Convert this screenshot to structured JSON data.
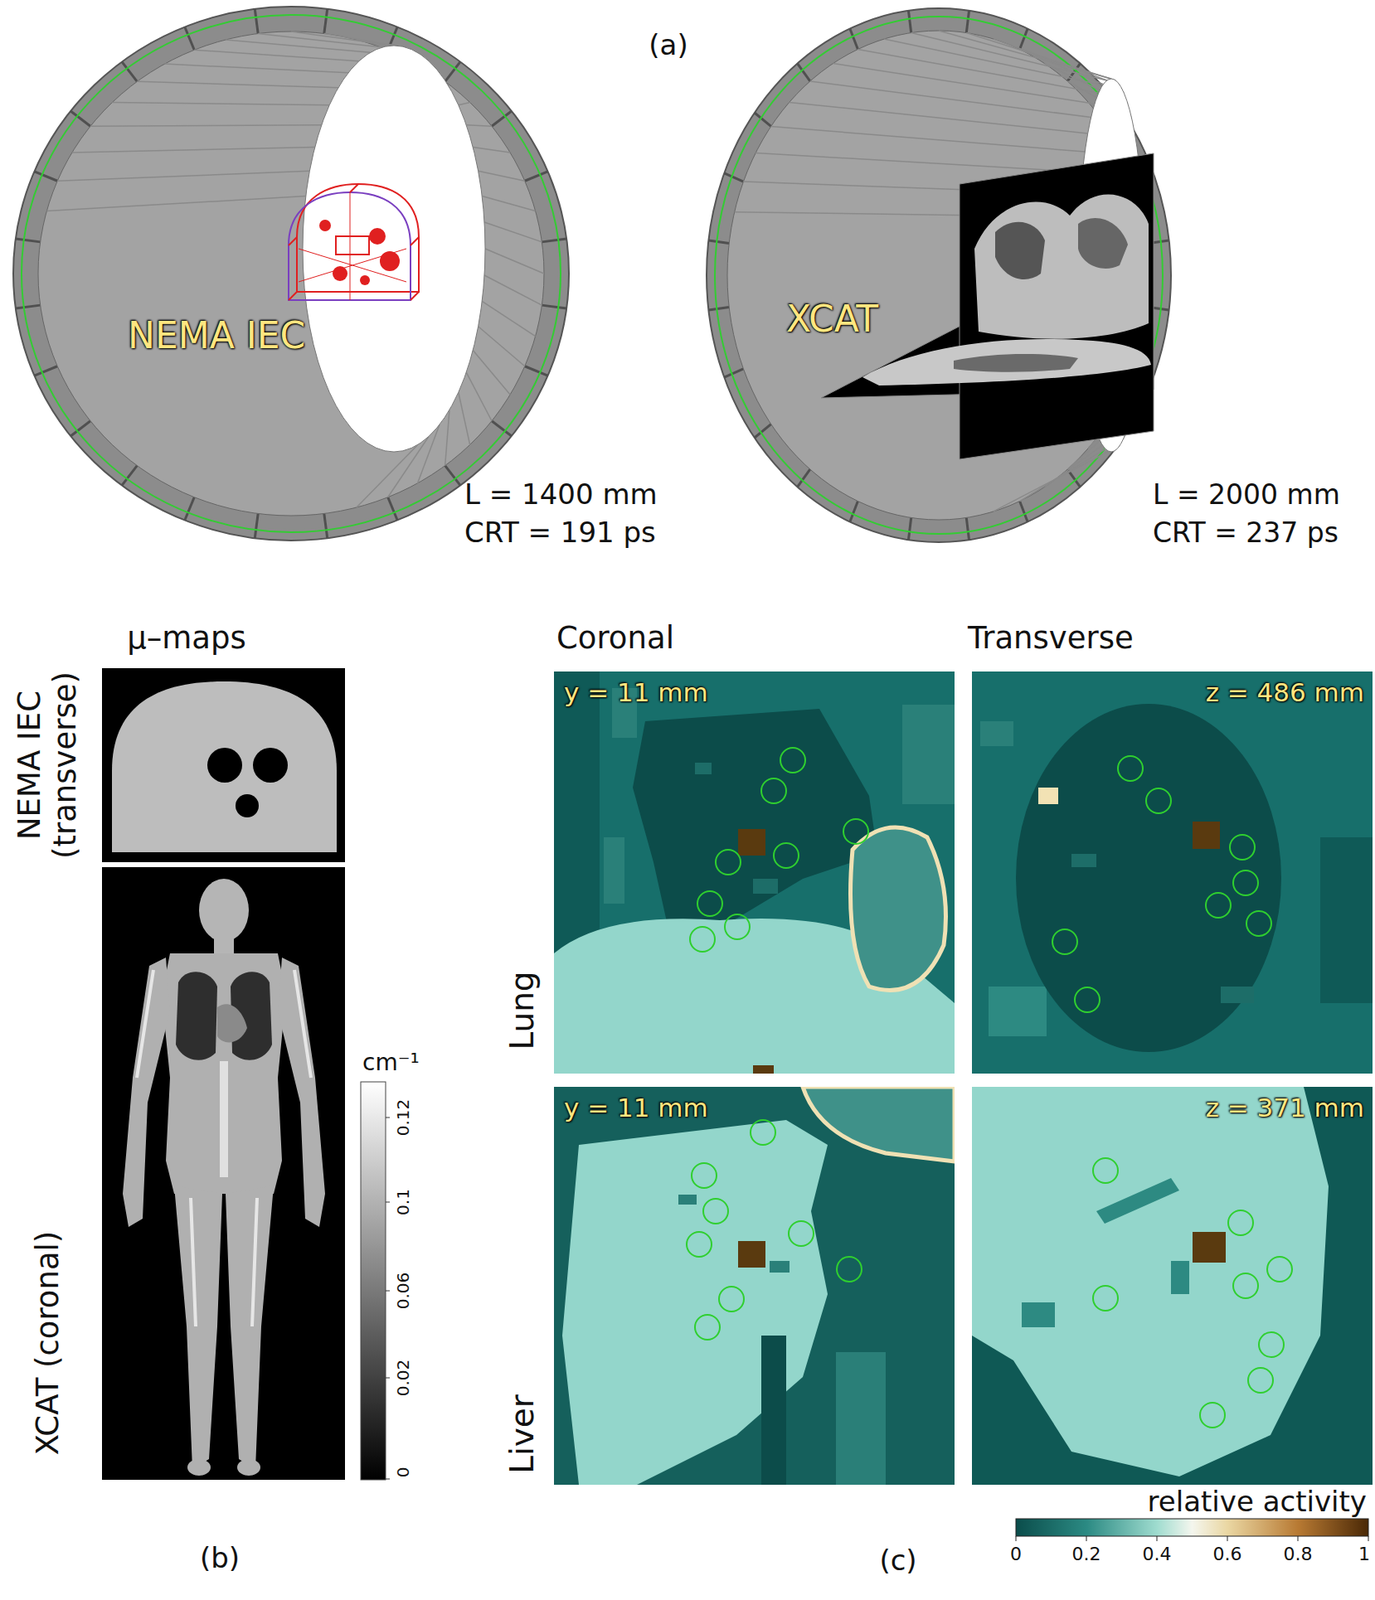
{
  "diagram": {
    "labels": [
      "(a)",
      "NEMA IEC",
      "L = 1400 mm",
      "CRT = 191 ps",
      "XCAT",
      "L = 2000 mm",
      "CRT = 237 ps",
      "μ–maps",
      "NEMA IEC (transverse)",
      "XCAT (coronal)",
      "cm⁻¹",
      "0.12",
      "0.1",
      "0.06",
      "0.02",
      "0",
      "(b)",
      "Coronal",
      "Transverse",
      "y = 11 mm",
      "z = 486 mm",
      "y = 11 mm",
      "z = 371 mm",
      "Lung",
      "Liver",
      "relative activity",
      "0",
      "0.2",
      "0.4",
      "0.6",
      "0.8",
      "1",
      "(c)"
    ]
  }
}
